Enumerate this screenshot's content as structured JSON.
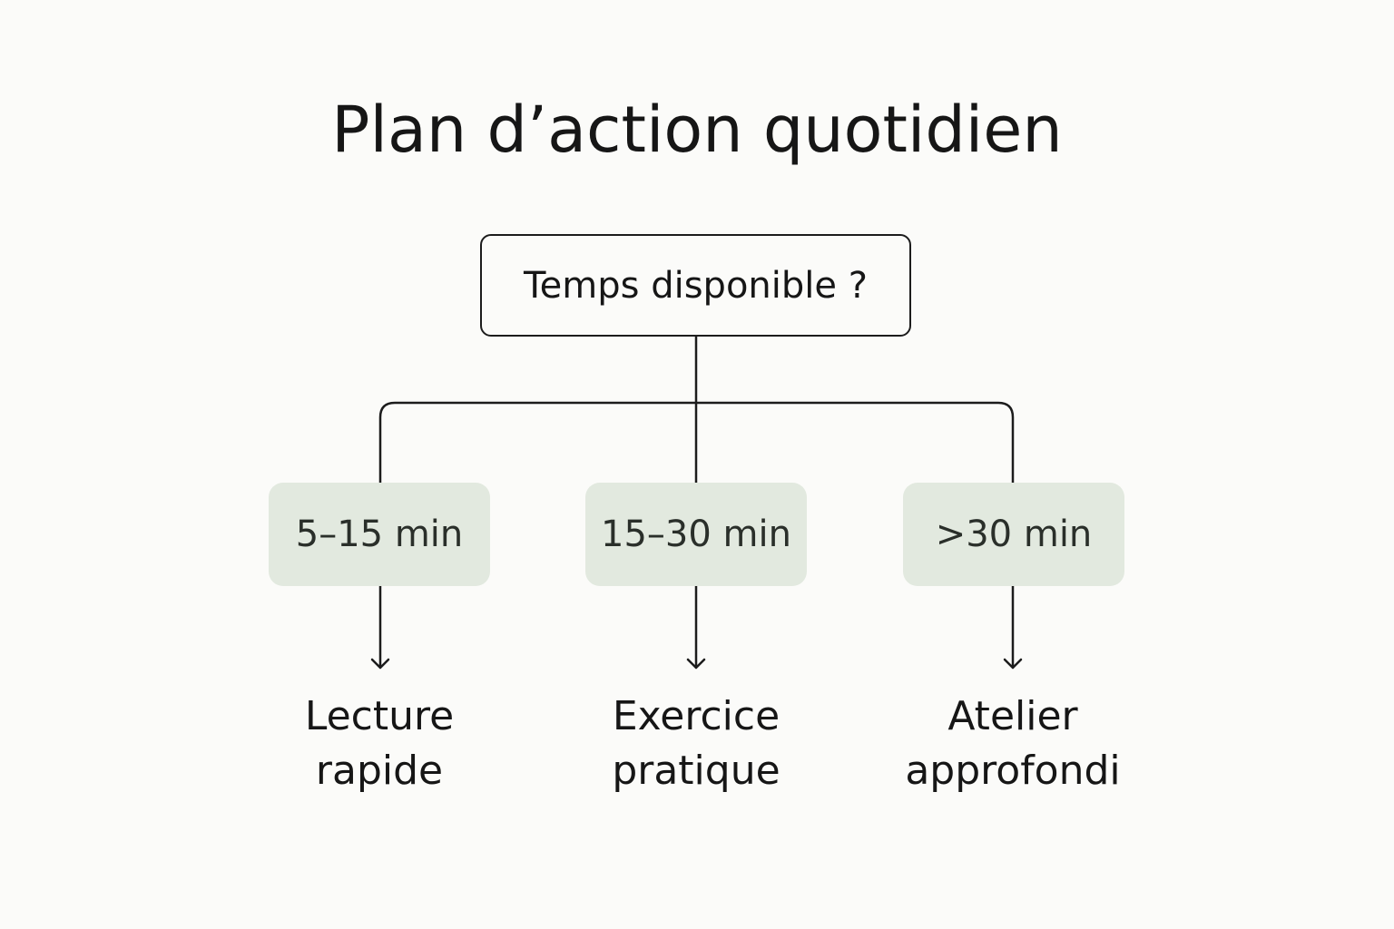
{
  "title": "Plan d’action quotidien",
  "question": "Temps disponible ?",
  "branches": [
    {
      "option": "5–15 min",
      "result_line1": "Lecture",
      "result_line2": "rapide"
    },
    {
      "option": "15–30 min",
      "result_line1": "Exercice",
      "result_line2": "pratique"
    },
    {
      "option": ">30 min",
      "result_line1": "Atelier",
      "result_line2": "approfondi"
    }
  ],
  "colors": {
    "background": "#fbfbf9",
    "option_fill": "#e2e9df",
    "line": "#1c1c1c"
  }
}
